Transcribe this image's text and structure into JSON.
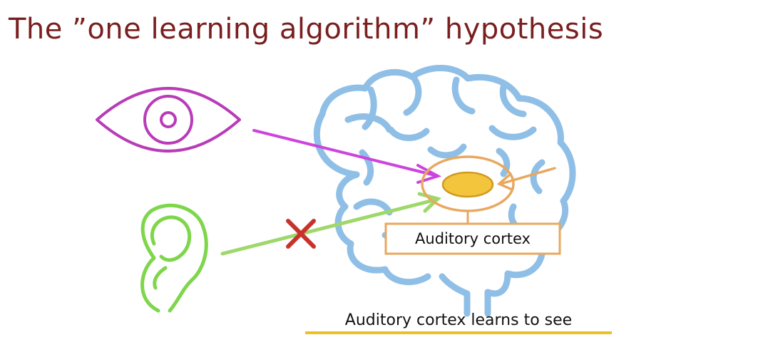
{
  "title": "The ”one learning algorithm” hypothesis",
  "labels": {
    "region_label": "Auditory cortex",
    "caption": "Auditory cortex learns to see"
  },
  "colors": {
    "title": "#7a1f1f",
    "brain": "#8fbfe6",
    "eye": "#b83cb8",
    "eye_arrow": "#cc44dd",
    "ear": "#7ed64a",
    "ear_arrow": "#9ed86a",
    "cross": "#c8322a",
    "cortex_fill": "#f2c53d",
    "cortex_ring": "#e8a860",
    "caption_underline": "#f0c020"
  },
  "icons": [
    "eye-icon",
    "ear-icon",
    "brain-icon",
    "cross-icon"
  ]
}
